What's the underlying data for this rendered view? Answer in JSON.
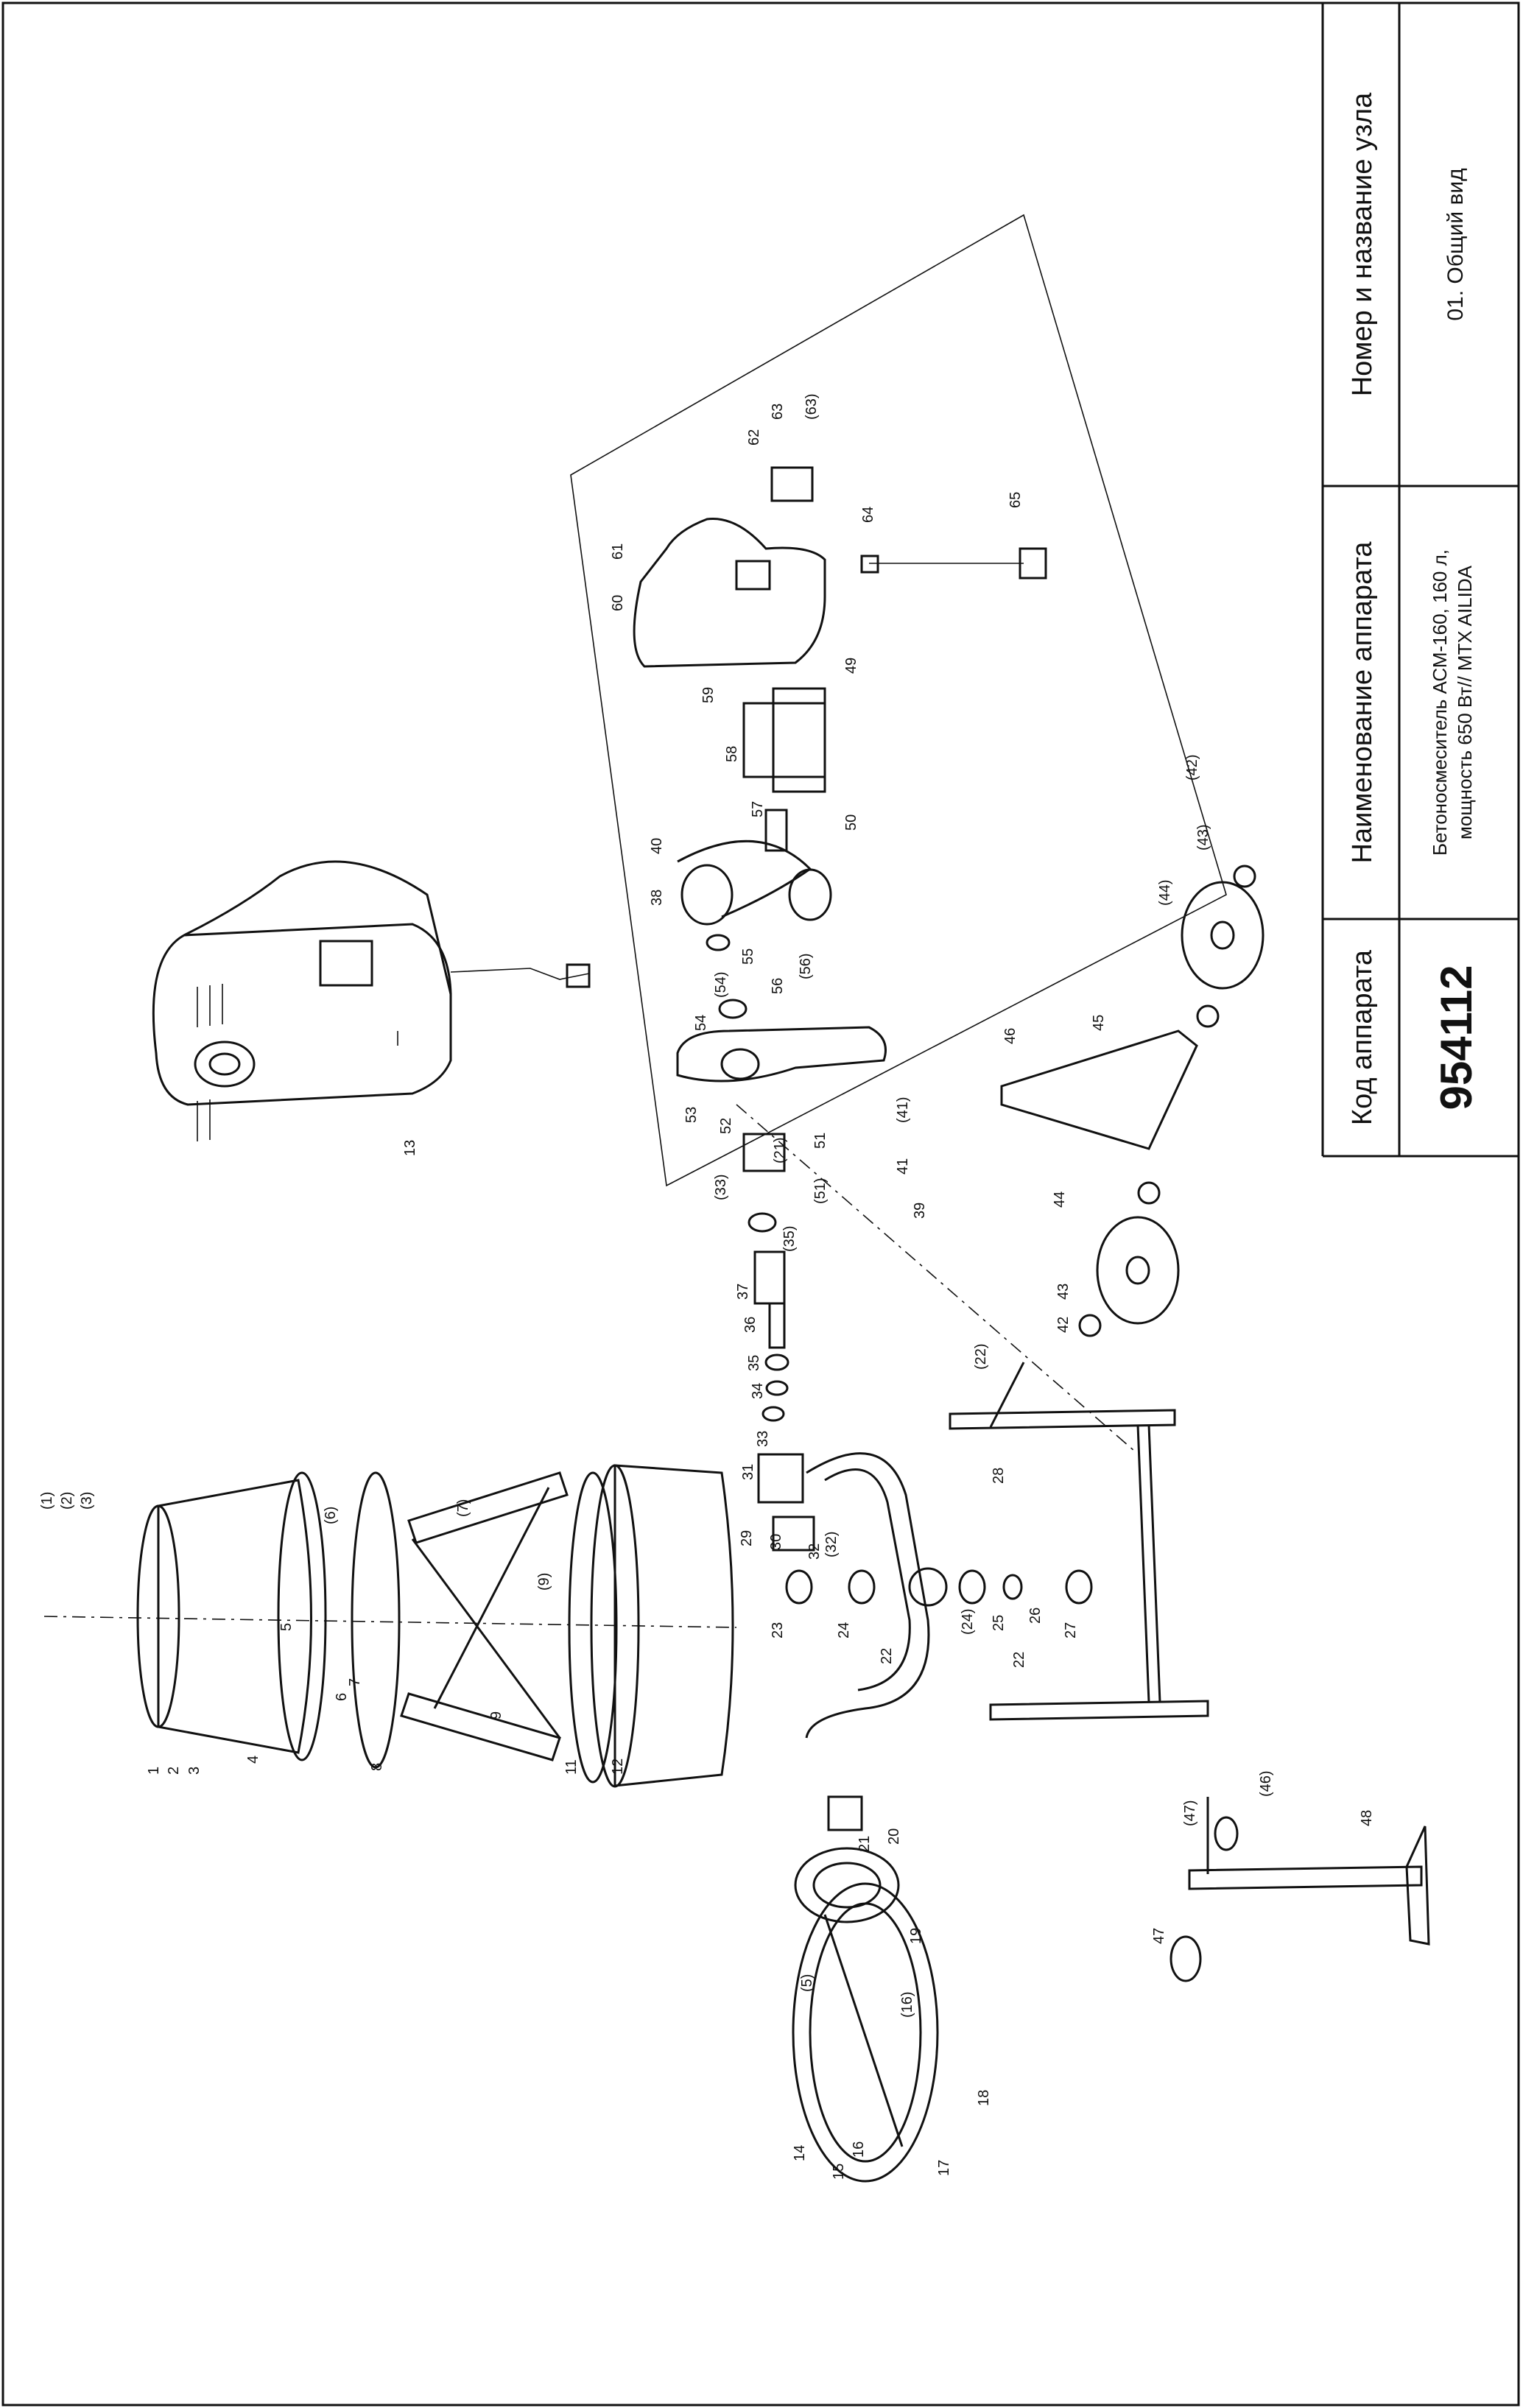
{
  "title_block": {
    "code_header": "Код аппарата",
    "code_value": "954112",
    "name_header": "Наименование аппарата",
    "name_value_line1": "Бетоносмеситель АСМ-160, 160 л,",
    "name_value_line2": "мощность 650 Вт// MTX AILIDA",
    "node_header": "Номер и название узла",
    "node_value": "01. Общий вид"
  },
  "callouts": [
    {
      "id": "c1",
      "text": "1"
    },
    {
      "id": "c2",
      "text": "2"
    },
    {
      "id": "c3",
      "text": "3"
    },
    {
      "id": "c4",
      "text": "4"
    },
    {
      "id": "c5",
      "text": "5"
    },
    {
      "id": "c6",
      "text": "6"
    },
    {
      "id": "c7",
      "text": "7"
    },
    {
      "id": "c8",
      "text": "8"
    },
    {
      "id": "c9",
      "text": "9"
    },
    {
      "id": "c11",
      "text": "11"
    },
    {
      "id": "c12",
      "text": "12"
    },
    {
      "id": "c13",
      "text": "13"
    },
    {
      "id": "c14",
      "text": "14"
    },
    {
      "id": "c15",
      "text": "15"
    },
    {
      "id": "c16",
      "text": "16"
    },
    {
      "id": "c17",
      "text": "17"
    },
    {
      "id": "c18",
      "text": "18"
    },
    {
      "id": "c19",
      "text": "19"
    },
    {
      "id": "c20",
      "text": "20"
    },
    {
      "id": "c21",
      "text": "21"
    },
    {
      "id": "c22a",
      "text": "22"
    },
    {
      "id": "c22b",
      "text": "22"
    },
    {
      "id": "c23",
      "text": "23"
    },
    {
      "id": "c24",
      "text": "24"
    },
    {
      "id": "c25",
      "text": "25"
    },
    {
      "id": "c26",
      "text": "26"
    },
    {
      "id": "c27",
      "text": "27"
    },
    {
      "id": "c28",
      "text": "28"
    },
    {
      "id": "c29",
      "text": "29"
    },
    {
      "id": "c30",
      "text": "30"
    },
    {
      "id": "c31",
      "text": "31"
    },
    {
      "id": "c32",
      "text": "32"
    },
    {
      "id": "c33",
      "text": "33"
    },
    {
      "id": "c34",
      "text": "34"
    },
    {
      "id": "c35",
      "text": "35"
    },
    {
      "id": "c36",
      "text": "36"
    },
    {
      "id": "c37",
      "text": "37"
    },
    {
      "id": "c38",
      "text": "38"
    },
    {
      "id": "c39",
      "text": "39"
    },
    {
      "id": "c40",
      "text": "40"
    },
    {
      "id": "c41",
      "text": "41"
    },
    {
      "id": "c42",
      "text": "42"
    },
    {
      "id": "c43",
      "text": "43"
    },
    {
      "id": "c44",
      "text": "44"
    },
    {
      "id": "c45",
      "text": "45"
    },
    {
      "id": "c46",
      "text": "46"
    },
    {
      "id": "c47",
      "text": "47"
    },
    {
      "id": "c48",
      "text": "48"
    },
    {
      "id": "c49",
      "text": "49"
    },
    {
      "id": "c50",
      "text": "50"
    },
    {
      "id": "c51",
      "text": "51"
    },
    {
      "id": "c52",
      "text": "52"
    },
    {
      "id": "c53",
      "text": "53"
    },
    {
      "id": "c54",
      "text": "54"
    },
    {
      "id": "c55",
      "text": "55"
    },
    {
      "id": "c56",
      "text": "56"
    },
    {
      "id": "c57",
      "text": "57"
    },
    {
      "id": "c58",
      "text": "58"
    },
    {
      "id": "c59",
      "text": "59"
    },
    {
      "id": "c60",
      "text": "60"
    },
    {
      "id": "c61",
      "text": "61"
    },
    {
      "id": "c62",
      "text": "62"
    },
    {
      "id": "c63",
      "text": "63"
    },
    {
      "id": "c64",
      "text": "64"
    },
    {
      "id": "c65",
      "text": "65"
    },
    {
      "id": "p1",
      "text": "(1)"
    },
    {
      "id": "p2",
      "text": "(2)"
    },
    {
      "id": "p3",
      "text": "(3)"
    },
    {
      "id": "p5",
      "text": "(5)"
    },
    {
      "id": "p6",
      "text": "(6)"
    },
    {
      "id": "p7",
      "text": "(7)"
    },
    {
      "id": "p9",
      "text": "(9)"
    },
    {
      "id": "p16",
      "text": "(16)"
    },
    {
      "id": "p21",
      "text": "(21)"
    },
    {
      "id": "p22",
      "text": "(22)"
    },
    {
      "id": "p24",
      "text": "(24)"
    },
    {
      "id": "p32",
      "text": "(32)"
    },
    {
      "id": "p33",
      "text": "(33)"
    },
    {
      "id": "p35",
      "text": "(35)"
    },
    {
      "id": "p41",
      "text": "(41)"
    },
    {
      "id": "p42",
      "text": "(42)"
    },
    {
      "id": "p43",
      "text": "(43)"
    },
    {
      "id": "p44",
      "text": "(44)"
    },
    {
      "id": "p46",
      "text": "(46)"
    },
    {
      "id": "p47",
      "text": "(47)"
    },
    {
      "id": "p51",
      "text": "(51)"
    },
    {
      "id": "p54",
      "text": "(54)"
    },
    {
      "id": "p56",
      "text": "(56)"
    },
    {
      "id": "p63",
      "text": "(63)"
    }
  ]
}
